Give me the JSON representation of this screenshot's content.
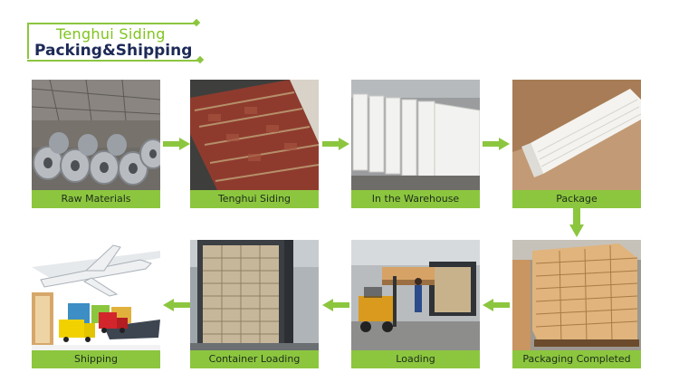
{
  "header": {
    "brand": "Tenghui Siding",
    "title": "Packing&Shipping"
  },
  "colors": {
    "accent": "#8cc63f",
    "title": "#1d2a57"
  },
  "steps": [
    {
      "label": "Raw Materials",
      "icon": "steel-coils-photo"
    },
    {
      "label": "Tenghui Siding",
      "icon": "siding-panel-photo"
    },
    {
      "label": "In the Warehouse",
      "icon": "stacked-panels-photo"
    },
    {
      "label": "Package",
      "icon": "packed-panel-photo"
    },
    {
      "label": "Packaging Completed",
      "icon": "boxes-pallet-photo"
    },
    {
      "label": "Loading",
      "icon": "forklift-loading-photo"
    },
    {
      "label": "Container Loading",
      "icon": "container-photo"
    },
    {
      "label": "Shipping",
      "icon": "plane-truck-ship-photo"
    }
  ]
}
